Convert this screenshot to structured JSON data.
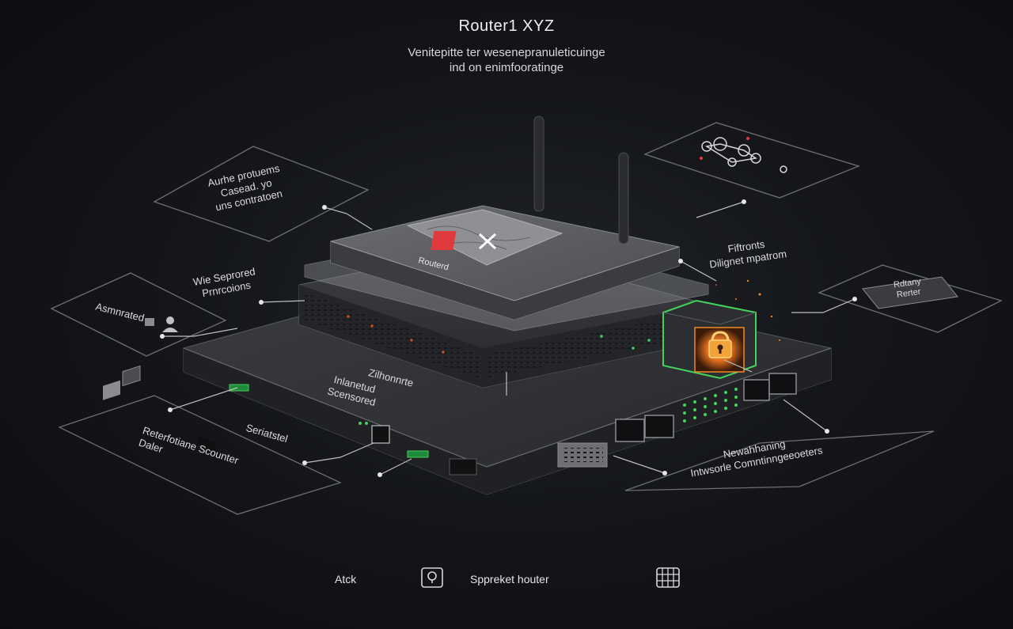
{
  "header": {
    "title": "Router1 XYZ",
    "subtitle_line1": "Venitepitte ter wesenepranuleticuinge",
    "subtitle_line2": "ind on enimfooratinge"
  },
  "device": {
    "top_label": "Routerd"
  },
  "callouts": {
    "top_left_line1": "Aurhe protuems",
    "top_left_line2": "Casead. yo",
    "top_left_line3": "uns contratoen",
    "mid_left_line1": "Wie Seprored",
    "mid_left_line2": "Prnrcoions",
    "left_panel": "Asmnrated",
    "center_line1": "Zilhonnrte",
    "ports_line1": "Inlanetud",
    "ports_line2": "Scensored",
    "bottom_center": "Seriatstel",
    "bottom_left_line1": "Reterfotiane Scounter",
    "bottom_left_line2": "Daler",
    "right_top_line1": "Fiftronts",
    "right_top_line2": "Dilignet mpatrom",
    "right_tag_line1": "Rdtany",
    "right_tag_line2": "Rerter",
    "bottom_right_line1": "Newahhaning",
    "bottom_right_line2": "Intwsorle Comntinngeeoeters"
  },
  "footer": {
    "item1": "Atck",
    "item2": "Sppreket houter"
  },
  "colors": {
    "background": "#111316",
    "device_dark": "#2c2e32",
    "device_light": "#5a5c60",
    "accent_red": "#e03a3e",
    "accent_green": "#43d35c",
    "accent_orange": "#f08a24",
    "line": "#bfbfbf"
  },
  "icons": {
    "footer_icon_1": "lightbulb-icon",
    "footer_icon_2": "grid-icon",
    "lock_icon": "padlock-icon",
    "network_icon": "network-nodes-icon"
  }
}
